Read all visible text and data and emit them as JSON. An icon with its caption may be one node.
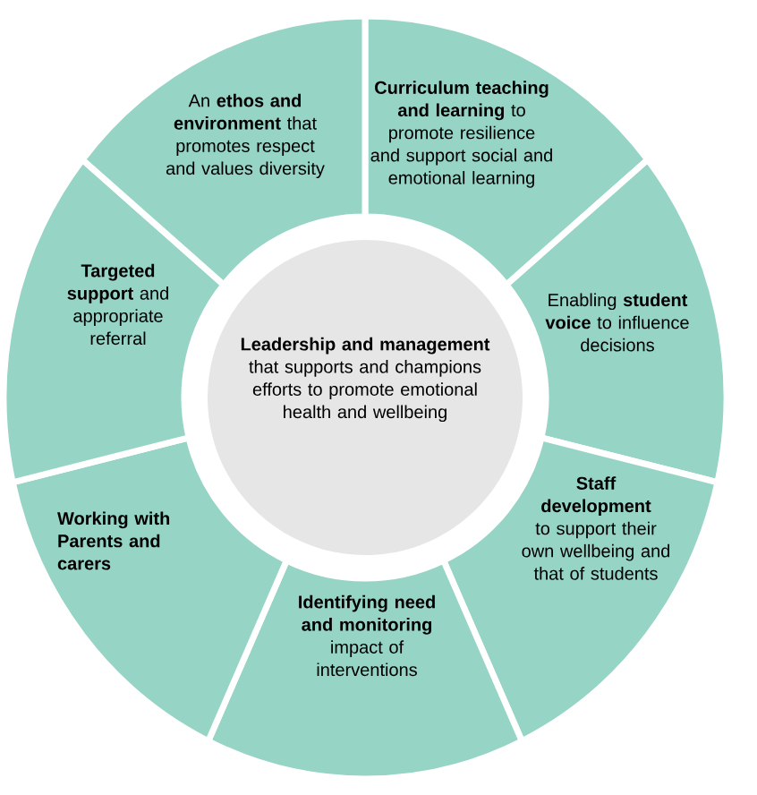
{
  "diagram": {
    "nodes": [
      {
        "text": [
          "**Leadership and management** that supports and champions efforts to promote emotional health and wellbeing"
        ]
      },
      {
        "text": [
          "**Curriculum teaching and learning** to promote resilience and support social and emotional learning"
        ]
      },
      {
        "text": [
          "Enabling **student voice** to influence decisions"
        ]
      },
      {
        "text": [
          "**Staff development** to support their own wellbeing and that of students"
        ]
      },
      {
        "text": [
          "**Identifying need and monitoring** impact of interventions"
        ]
      },
      {
        "text": [
          "Working with Parents and carers"
        ]
      },
      {
        "text": [
          "**Targeted support** and appropriate referral"
        ]
      },
      {
        "text": [
          "An **ethos and environment** that promotes respect and values diversity"
        ]
      }
    ]
  }
}
